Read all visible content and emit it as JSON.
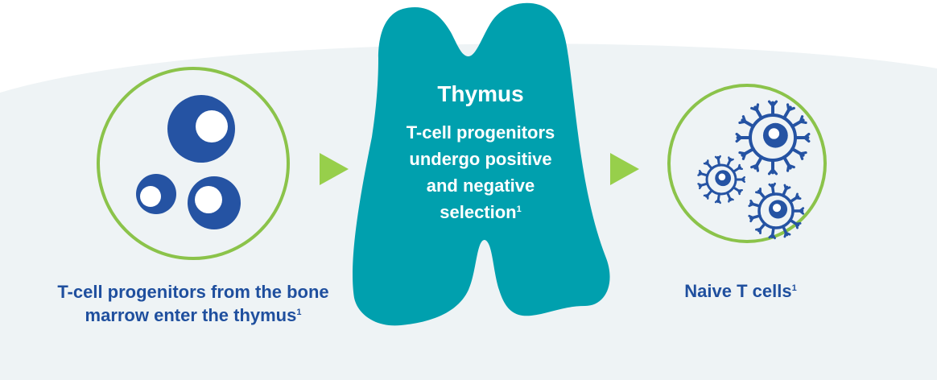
{
  "colors": {
    "background_arc": "#eef3f5",
    "page": "#ffffff",
    "thymus_fill": "#00a0ae",
    "cell_blue": "#2553a3",
    "ring_green": "#8bc34a",
    "arrow_green": "#97cf4b",
    "caption_text": "#1f4f9e",
    "thymus_text": "#ffffff"
  },
  "icons": {
    "left_circle": "progenitor-cells-icon",
    "right_circle": "naive-t-cells-icon",
    "arrows": "play-arrow-icon"
  },
  "thymus": {
    "title": "Thymus",
    "description_lines": [
      "T-cell progenitors",
      "undergo positive",
      "and negative",
      "selection"
    ],
    "description_ref": "1"
  },
  "left": {
    "caption_lines": [
      "T-cell progenitors from the bone",
      "marrow enter the thymus"
    ],
    "caption_ref": "1"
  },
  "right": {
    "caption": "Naive T cells",
    "caption_ref": "1"
  }
}
